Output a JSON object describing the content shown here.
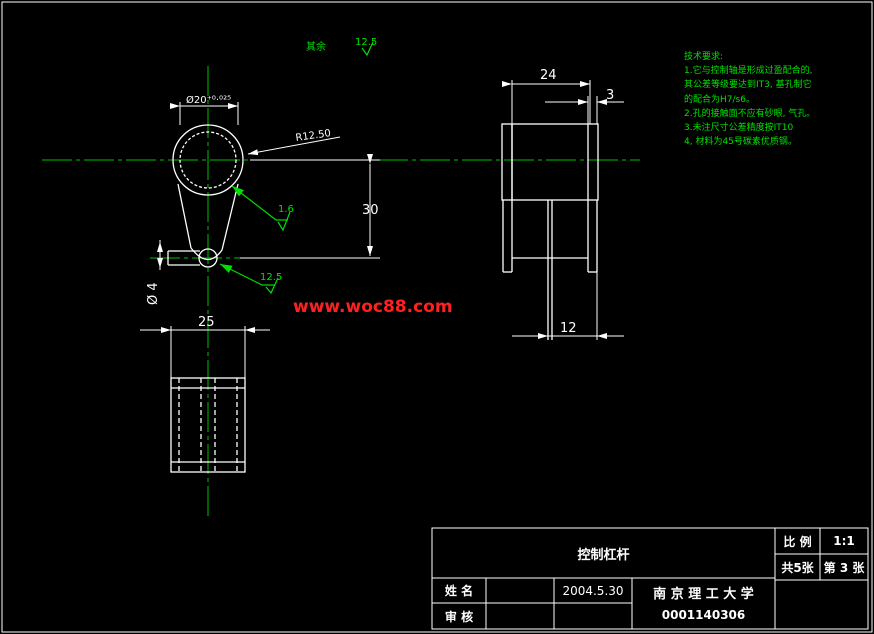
{
  "drawing": {
    "roughness_label": "其余",
    "roughness_symbol_top": "12.5",
    "roughness_left_hole": "1.6",
    "roughness_small_hole": "12.5",
    "dims": {
      "bore_diameter": "Ø20⁺⁰·⁰²⁵",
      "radius": "R12.50",
      "center_distance": "30",
      "small_hole": "Ø 4",
      "front_width": "25",
      "side_width": "24",
      "side_flange": "3",
      "side_web": "12"
    }
  },
  "notes": {
    "title": "技术要求:",
    "lines": [
      "1.它与控制轴是形成过盈配合的,",
      "其公差等级要达到IT3, 基孔制它",
      "的配合为H7/s6。",
      "2.孔的接触面不应有砂眼, 气孔。",
      "3.未注尺寸公差精度按IT10",
      "4, 材料为45号碳素优质钢。"
    ]
  },
  "watermark": "www.woc88.com",
  "title_block": {
    "part_name": "控制杠杆",
    "scale_label": "比 例",
    "scale_value": "1:1",
    "sheets_total": "共5张",
    "sheet_number": "第 3 张",
    "name_label": "姓 名",
    "date": "2004.5.30",
    "review_label": "审 核",
    "school": "南 京 理 工 大 学",
    "student_id": "0001140306"
  },
  "colors": {
    "background": "#000000",
    "outline": "#ffffff",
    "centerline": "#00c000",
    "leader": "#00e000",
    "watermark": "#ff2020"
  }
}
